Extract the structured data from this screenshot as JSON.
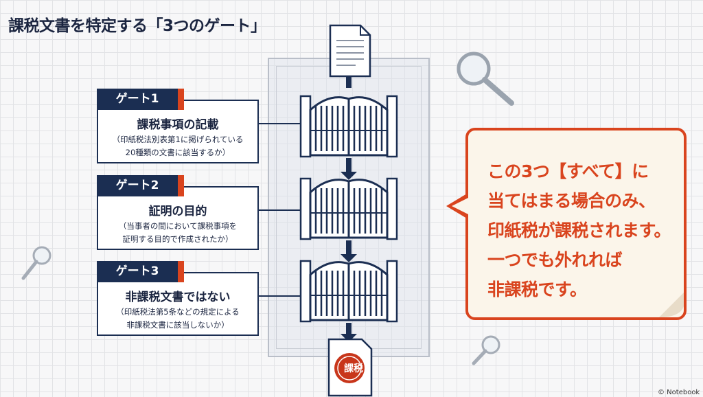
{
  "title": "課税文書を特定する「3つのゲート」",
  "gates": [
    {
      "label": "ゲート1",
      "heading": "課税事項の記載",
      "note1": "（印紙税法別表第1に掲げられている",
      "note2": "20種類の文書に該当するか）"
    },
    {
      "label": "ゲート2",
      "heading": "証明の目的",
      "note1": "（当事者の間において課税事項を",
      "note2": "証明する目的で作成されたか）"
    },
    {
      "label": "ゲート3",
      "heading": "非課税文書ではない",
      "note1": "（印紙税法第5条などの規定による",
      "note2": "非課税文書に該当しないか）"
    }
  ],
  "callout": [
    "この3つ【すべて】に",
    "当てはまる場合のみ、",
    "印紙税が課税されます。",
    "一つでも外れれば",
    "非課税です。"
  ],
  "seal": "課税",
  "credit": "© Notebook",
  "colors": {
    "navy": "#1b2e52",
    "accent": "#d9441e",
    "cream": "#fbf5ea"
  }
}
